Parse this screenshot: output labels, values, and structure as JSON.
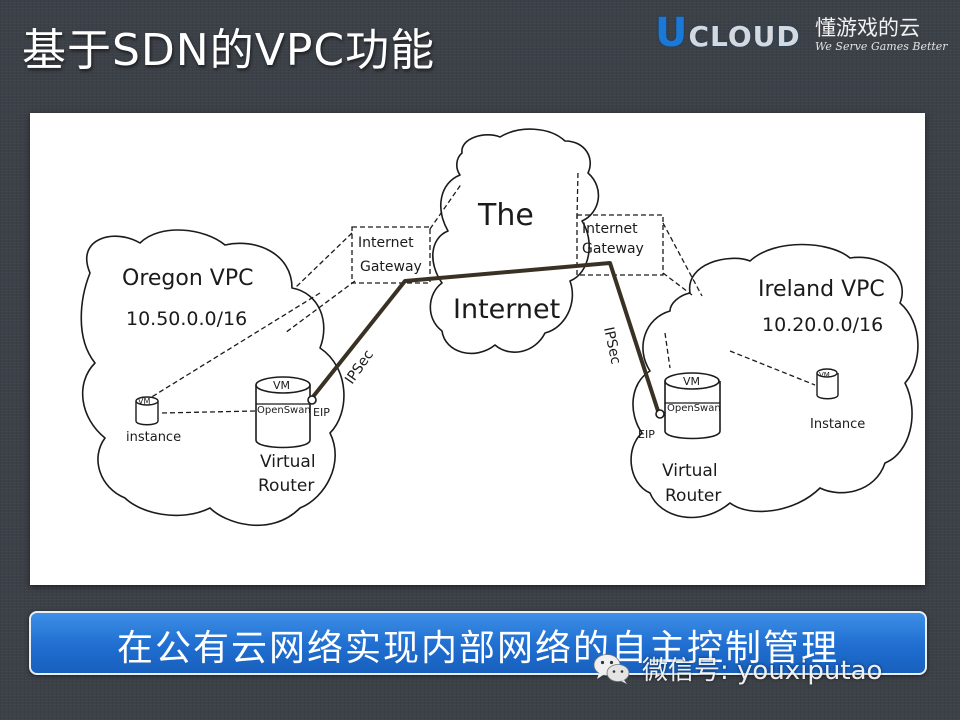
{
  "slide": {
    "title": "基于SDN的VPC功能",
    "caption": "在公有云网络实现内部网络的自主控制管理"
  },
  "logo": {
    "brand_u": "U",
    "brand_rest": "CLOUD",
    "tagline_cn": "懂游戏的云",
    "tagline_en": "We Serve Games Better",
    "brand_color": "#1d6fc2"
  },
  "diagram": {
    "internet_cloud": {
      "line1": "The",
      "line2": "Internet"
    },
    "left_vpc": {
      "name": "Oregon VPC",
      "cidr": "10.50.0.0/16",
      "gateway": {
        "line1": "Internet",
        "line2": "Gateway"
      },
      "router": {
        "vm": "VM",
        "software": "OpenSwan",
        "line1": "Virtual",
        "line2": "Router",
        "eip": "EIP"
      },
      "instance": {
        "vm": "VM",
        "label": "instance"
      }
    },
    "right_vpc": {
      "name": "Ireland VPC",
      "cidr": "10.20.0.0/16",
      "gateway": {
        "line1": "Internet",
        "line2": "Gateway"
      },
      "router": {
        "vm": "VM",
        "software": "OpenSwan",
        "line1": "Virtual",
        "line2": "Router",
        "eip": "EIP"
      },
      "instance": {
        "vm": "VM",
        "label": "Instance"
      }
    },
    "tunnel_label_left": "IPSec",
    "tunnel_label_right": "IPSec"
  },
  "watermark": {
    "icon": "wechat-icon",
    "text": "微信号: youxiputao"
  }
}
